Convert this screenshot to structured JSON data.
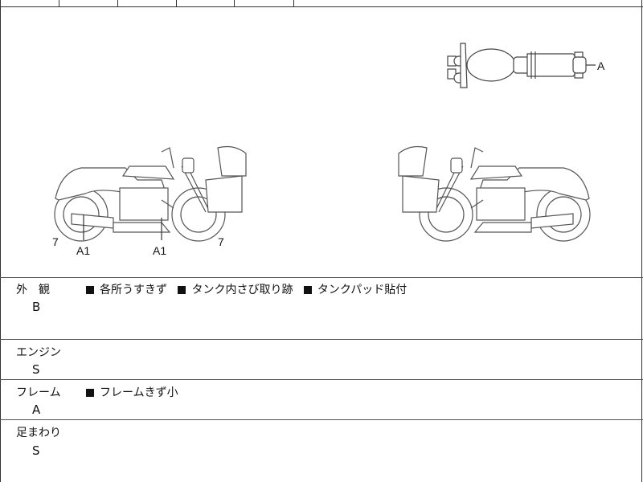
{
  "sections": [
    {
      "label": "外　観",
      "grade": "B",
      "notes": [
        "各所うすきず",
        "タンク内さび取り跡",
        "タンクパッド貼付"
      ]
    },
    {
      "label": "エンジン",
      "grade": "S",
      "notes": []
    },
    {
      "label": "フレーム",
      "grade": "A",
      "notes": [
        "フレームきず小"
      ]
    },
    {
      "label": "足まわり",
      "grade": "S",
      "notes": []
    }
  ],
  "diagram": {
    "marks": {
      "left_exhaust": "7",
      "left_exhaust_code": "A1",
      "left_footrest_code": "A1",
      "left_front": "7",
      "top_view_rear": "A"
    }
  }
}
